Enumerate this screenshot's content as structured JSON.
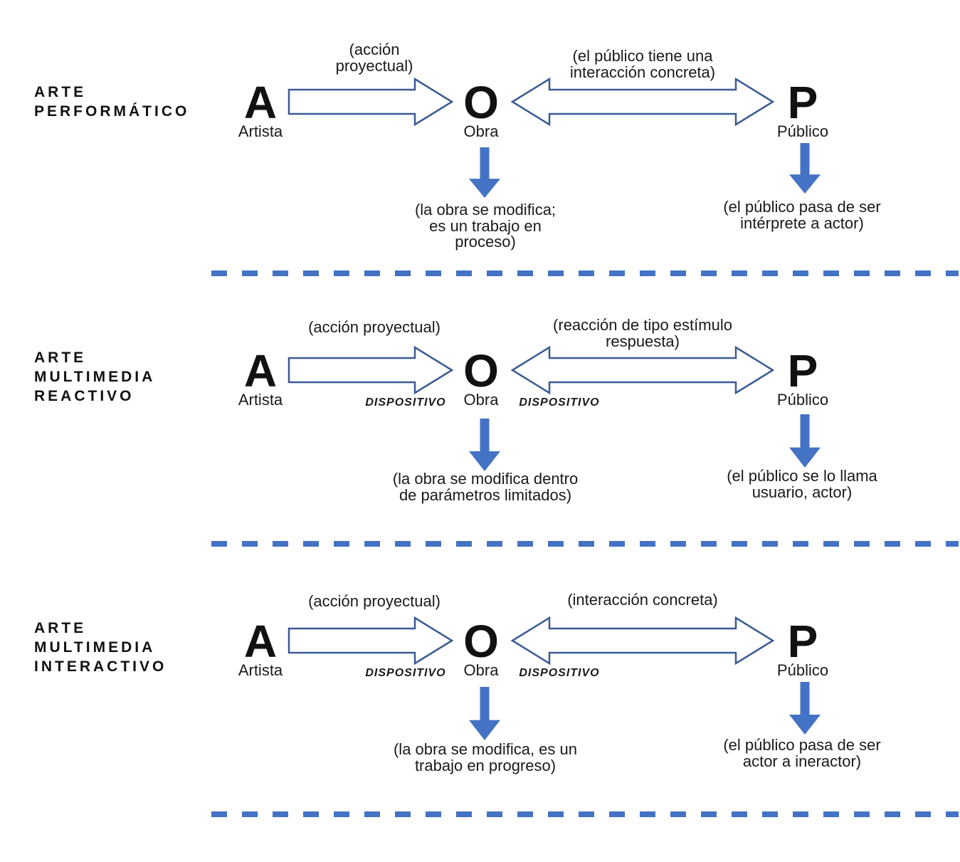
{
  "colors": {
    "outline_blue": "#3a5a96",
    "solid_blue": "#4472c4",
    "text_black": "#1a1a1a",
    "bg": "#ffffff"
  },
  "sections": [
    {
      "title": "ARTE\nPERFORMÁTICO",
      "ao_label": "(acción\nproyectual)",
      "op_label": "(el público tiene una\ninteracción concreta)",
      "a_letter": "A",
      "a_name": "Artista",
      "o_letter": "O",
      "o_name": "Obra",
      "p_letter": "P",
      "p_name": "Público",
      "obra_caption": "(la obra se modifica;\nes un trabajo en\nproceso)",
      "publico_caption": "(el público pasa de ser\nintérprete a actor)"
    },
    {
      "title": "ARTE\nMULTIMEDIA\nREACTIVO",
      "ao_label": "(acción proyectual)",
      "op_label": "(reacción de tipo estímulo\nrespuesta)",
      "dispositivo_ao": "DISPOSITIVO",
      "dispositivo_op": "DISPOSITIVO",
      "a_letter": "A",
      "a_name": "Artista",
      "o_letter": "O",
      "o_name": "Obra",
      "p_letter": "P",
      "p_name": "Público",
      "obra_caption": "(la obra se modifica dentro\nde parámetros limitados)",
      "publico_caption": "(el público se lo llama\nusuario, actor)"
    },
    {
      "title": "ARTE\nMULTIMEDIA\nINTERACTIVO",
      "ao_label": "(acción proyectual)",
      "op_label": "(interacción concreta)",
      "dispositivo_ao": "DISPOSITIVO",
      "dispositivo_op": "DISPOSITIVO",
      "a_letter": "A",
      "a_name": "Artista",
      "o_letter": "O",
      "o_name": "Obra",
      "p_letter": "P",
      "p_name": "Público",
      "obra_caption": "(la obra se modifica, es un\ntrabajo en progreso)",
      "publico_caption": "(el público pasa de ser\nactor a ineractor)"
    }
  ]
}
